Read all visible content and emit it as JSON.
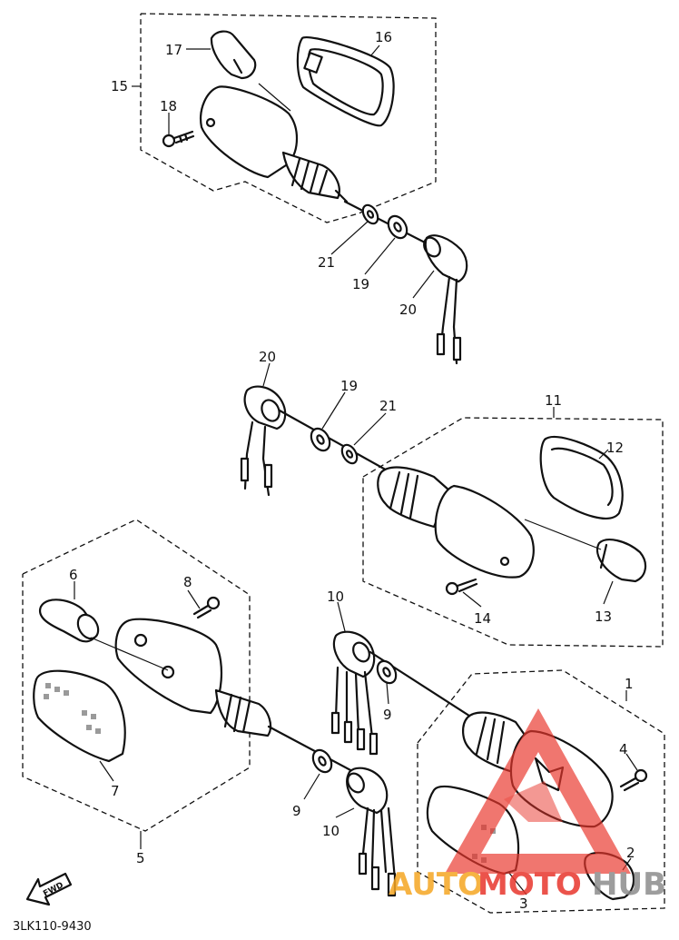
{
  "parts": [
    {
      "id": "p1",
      "label": "1"
    },
    {
      "id": "p2",
      "label": "2"
    },
    {
      "id": "p3",
      "label": "3"
    },
    {
      "id": "p4",
      "label": "4"
    },
    {
      "id": "p5",
      "label": "5"
    },
    {
      "id": "p6",
      "label": "6"
    },
    {
      "id": "p7",
      "label": "7"
    },
    {
      "id": "p8",
      "label": "8"
    },
    {
      "id": "p9a",
      "label": "9"
    },
    {
      "id": "p9b",
      "label": "9"
    },
    {
      "id": "p10a",
      "label": "10"
    },
    {
      "id": "p10b",
      "label": "10"
    },
    {
      "id": "p11",
      "label": "11"
    },
    {
      "id": "p12",
      "label": "12"
    },
    {
      "id": "p13",
      "label": "13"
    },
    {
      "id": "p14",
      "label": "14"
    },
    {
      "id": "p15",
      "label": "15"
    },
    {
      "id": "p16",
      "label": "16"
    },
    {
      "id": "p17",
      "label": "17"
    },
    {
      "id": "p18",
      "label": "18"
    },
    {
      "id": "p19a",
      "label": "19"
    },
    {
      "id": "p19b",
      "label": "19"
    },
    {
      "id": "p20a",
      "label": "20"
    },
    {
      "id": "p20b",
      "label": "20"
    },
    {
      "id": "p21a",
      "label": "21"
    },
    {
      "id": "p21b",
      "label": "21"
    }
  ],
  "diagram_code": "3LK110-9430",
  "fwd_label": "FWD",
  "watermark": {
    "text_a": "AUTO",
    "text_b": "MOTO",
    "text_c": "HUB",
    "color_red": "#e8362c",
    "color_orange": "#f5a623",
    "color_gray": "#8c8c8c"
  }
}
